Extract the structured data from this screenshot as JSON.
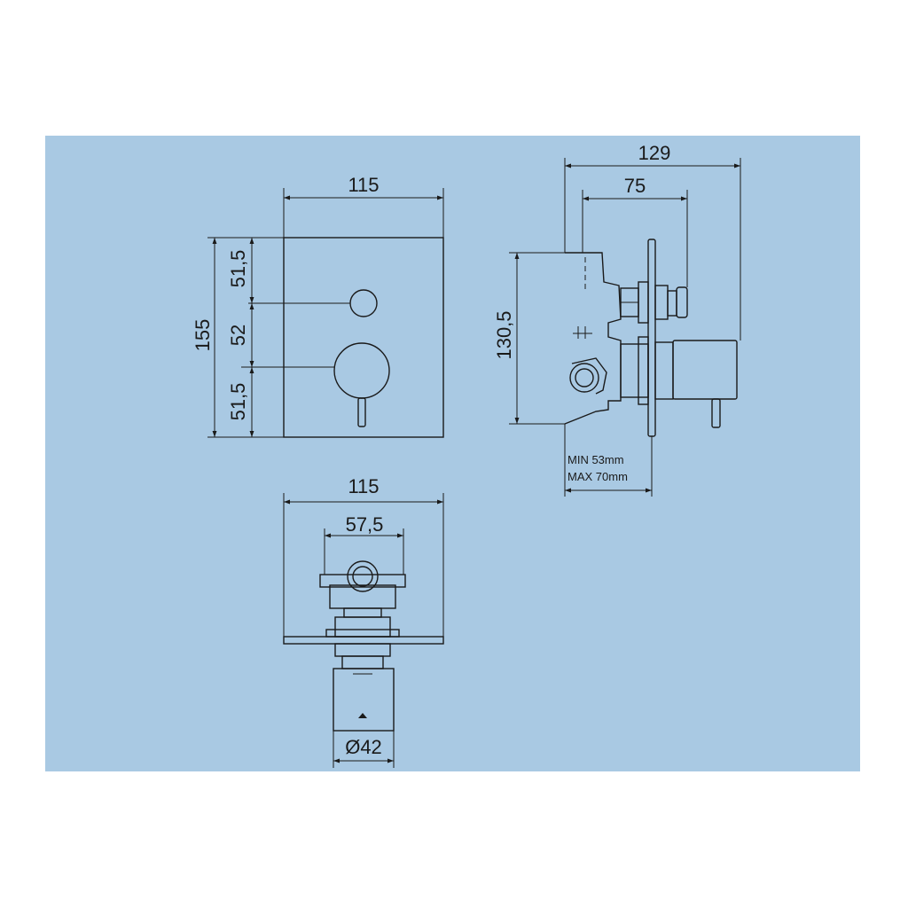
{
  "colors": {
    "panel": "#a9c9e3",
    "line": "#1a1a1a",
    "page": "#ffffff"
  },
  "front_view": {
    "width": "115",
    "height": "155",
    "top_segment": "51,5",
    "middle_segment": "52",
    "bottom_segment": "51,5"
  },
  "side_view": {
    "overall_depth": "129",
    "body_depth": "75",
    "body_height": "130,5",
    "wall_min": "MIN 53mm",
    "wall_max": "MAX 70mm"
  },
  "top_view": {
    "width": "115",
    "body_width": "57,5",
    "handle_diameter": "Ø42"
  }
}
